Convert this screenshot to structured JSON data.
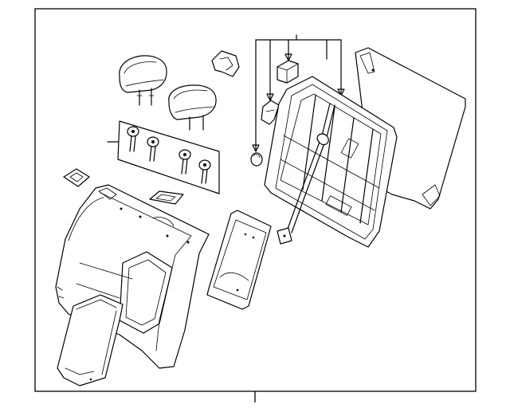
{
  "diagram": {
    "parts": [
      {
        "id": "headrest-left",
        "icon": "headrest-icon"
      },
      {
        "id": "headrest-right",
        "icon": "headrest-icon"
      },
      {
        "id": "headrest-guides",
        "icon": "guide-sleeve-icon",
        "count": 4
      },
      {
        "id": "bezel-small",
        "icon": "bezel-icon"
      },
      {
        "id": "bezel-small-2",
        "icon": "bezel-icon"
      },
      {
        "id": "clip-bracket",
        "icon": "bracket-icon"
      },
      {
        "id": "latch-cover",
        "icon": "cover-icon"
      },
      {
        "id": "hinge-cover",
        "icon": "cover-icon"
      },
      {
        "id": "push-clip",
        "icon": "clip-icon"
      },
      {
        "id": "seat-back-frame",
        "icon": "seat-frame-icon"
      },
      {
        "id": "rear-panel",
        "icon": "panel-icon"
      },
      {
        "id": "pass-through-door",
        "icon": "door-panel-icon"
      },
      {
        "id": "seat-back-cover",
        "icon": "seat-cover-icon"
      },
      {
        "id": "armrest",
        "icon": "armrest-icon"
      }
    ]
  }
}
